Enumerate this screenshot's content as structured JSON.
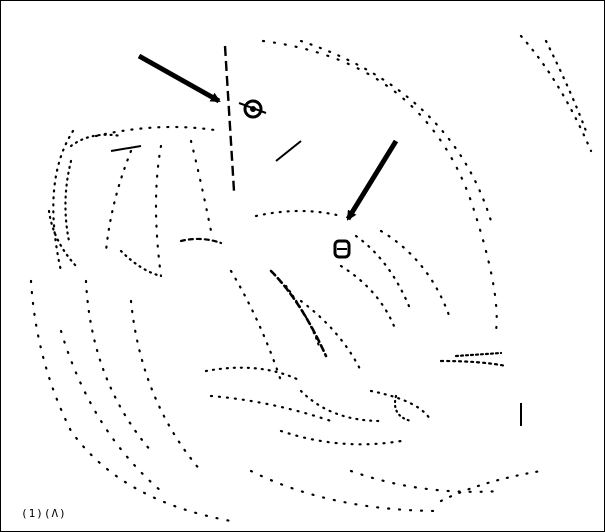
{
  "figure": {
    "colors": {
      "ink": "#000000",
      "paper": "#ffffff"
    },
    "markers": [
      {
        "name": "upper-marker",
        "shape": "ring"
      },
      {
        "name": "lower-marker",
        "shape": "ring"
      }
    ],
    "arrows": [
      {
        "name": "upper-arrow",
        "points_to": "upper-marker"
      },
      {
        "name": "lower-arrow",
        "points_to": "lower-marker"
      }
    ],
    "corner_code": "(1)(Λ)"
  }
}
